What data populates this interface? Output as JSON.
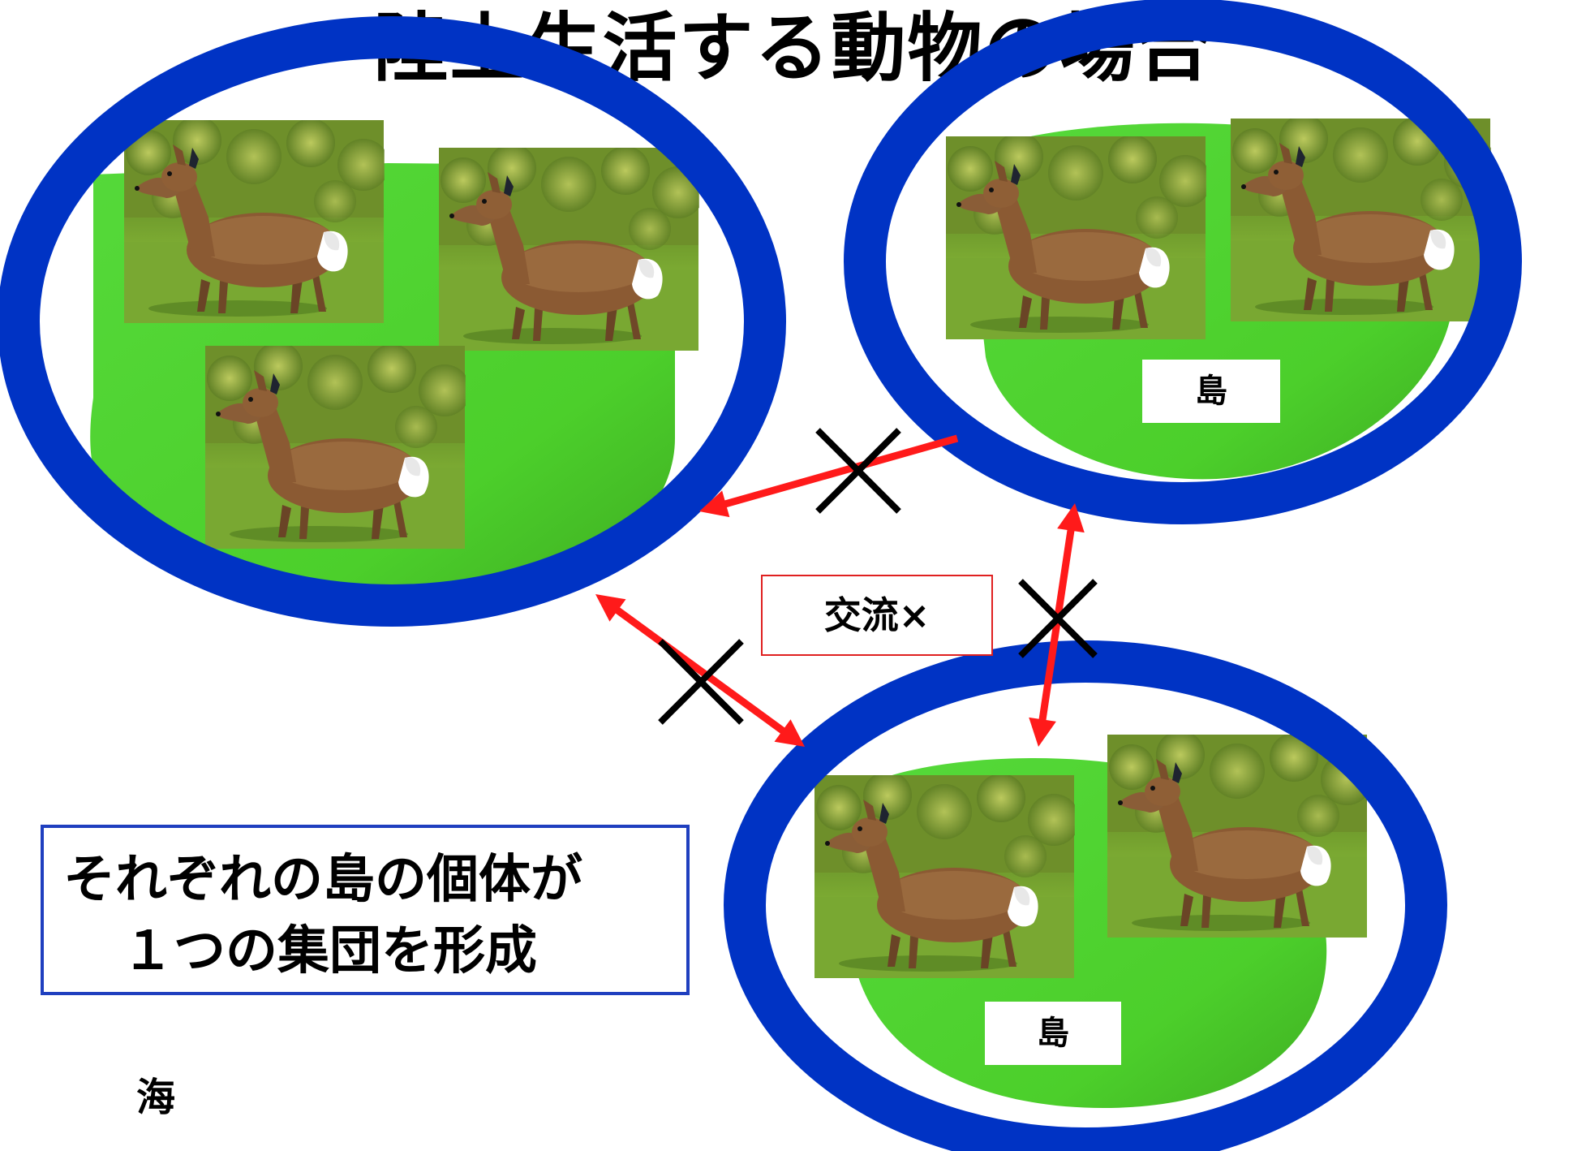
{
  "title": "陸上生活する動物の場合",
  "islands": [
    {
      "label": ""
    },
    {
      "label": "島"
    },
    {
      "label": "島"
    }
  ],
  "exchange_label": "交流×",
  "note": {
    "line1": "それぞれの島の個体が",
    "line2": "１つの集団を形成"
  },
  "sea_label": "海",
  "colors": {
    "ring": "#0033c4",
    "island": "#4cd12c",
    "arrow": "#ff1a1a",
    "cross": "#000000",
    "note_border": "#1f3fbf"
  },
  "icons": [
    "deer-photo",
    "double-arrow",
    "cross-mark"
  ]
}
